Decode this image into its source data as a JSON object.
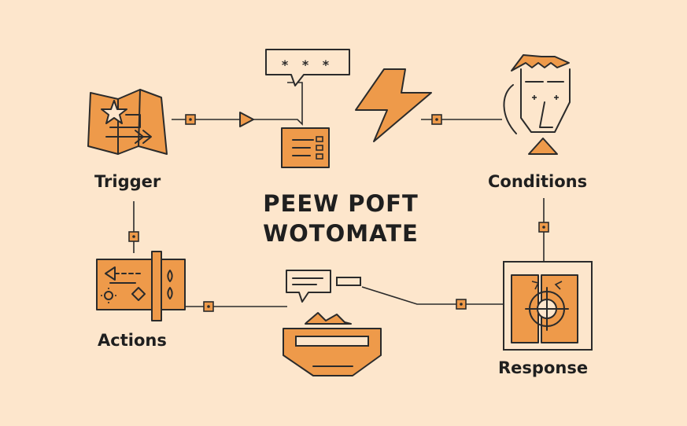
{
  "title": {
    "line1": "PEEW POFT",
    "line2": "WOTOMATE"
  },
  "nodes": {
    "trigger": "Trigger",
    "conditions": "Conditions",
    "actions": "Actions",
    "response": "Response"
  },
  "speech_bubble_text": "* * *",
  "colors": {
    "background": "#fde6cc",
    "accent": "#ee9a4a",
    "ink": "#2b2b2b"
  },
  "icons": [
    "map-star-icon",
    "speech-bubble-icon",
    "document-icon",
    "lightning-icon",
    "face-icon",
    "control-panel-icon",
    "chat-icon",
    "tray-icon",
    "target-panel-icon"
  ]
}
